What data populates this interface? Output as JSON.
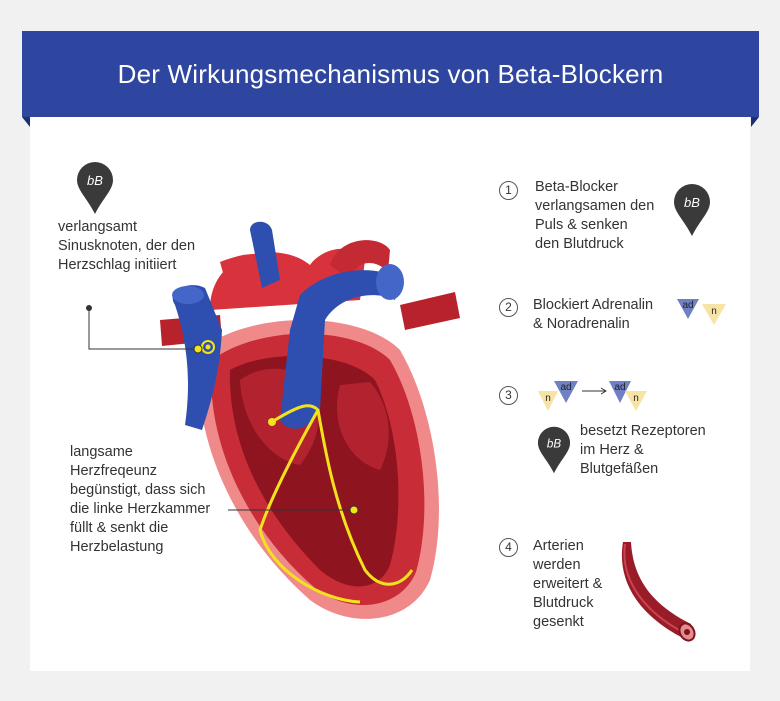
{
  "title": "Der Wirkungsmechanismus von Beta-Blockern",
  "marker_label": "bB",
  "left_labels": {
    "sinus": "verlangsamt\nSinusknoten, der den\nHerzschlag initiiert",
    "ventricle": "langsame\nHerzfreqeunz\nbegünstigt, dass sich\ndie linke Herzkammer\nfüllt & senkt die\nHerzbelastung"
  },
  "steps": [
    {
      "num": "1",
      "text": "Beta-Blocker\nverlangsamen den\nPuls & senken\nden Blutdruck"
    },
    {
      "num": "2",
      "text": "Blockiert Adrenalin\n& Noradrenalin"
    },
    {
      "num": "3",
      "text": "besetzt Rezeptoren\nim Herz &\nBlutgefäßen"
    },
    {
      "num": "4",
      "text": "Arterien\nwerden\nerweitert &\nBlutdruck\ngesenkt"
    }
  ],
  "badges": {
    "ad": "ad",
    "n": "n"
  },
  "colors": {
    "banner": "#2e46a0",
    "marker": "#3a3a3a",
    "heart_red": "#d8323c",
    "vein_blue": "#2e4fb0",
    "badge_ad": "#6f80c4",
    "badge_n": "#f7e3a4",
    "conduction": "#f2e21c"
  }
}
